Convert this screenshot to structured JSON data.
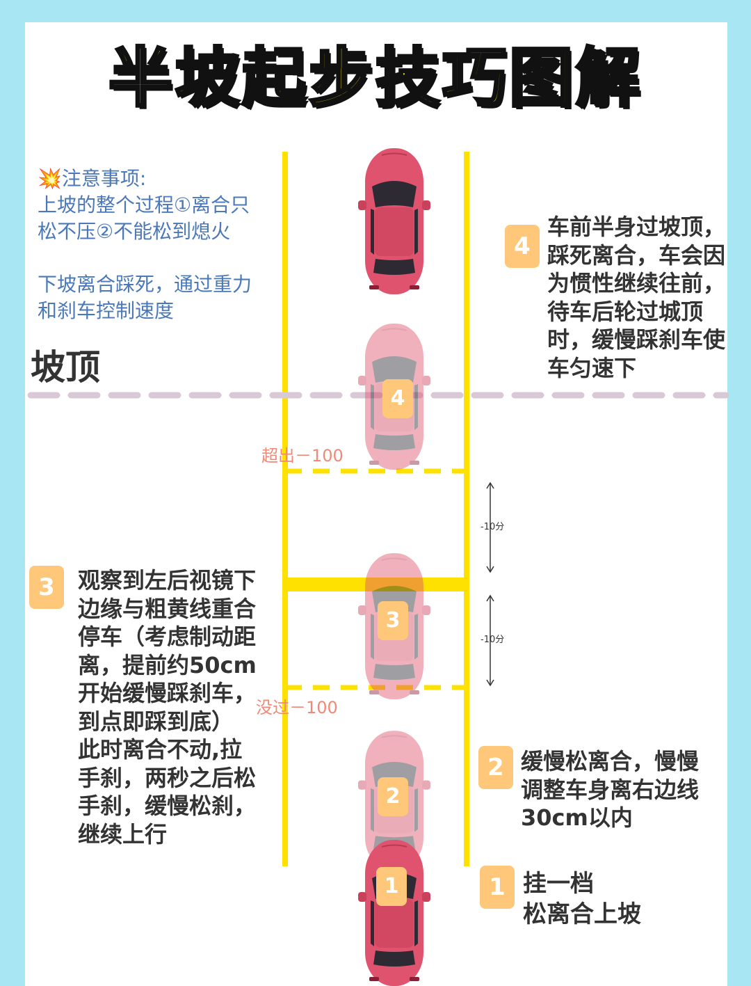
{
  "title": "半坡起步技巧图解",
  "notes": {
    "header": "💥注意事项:",
    "line1": "上坡的整个过程①离合只",
    "line2": "松不压②不能松到熄火",
    "line3": "下坡离合踩死，通过重力",
    "line4": "和刹车控制速度"
  },
  "slope_top_label": "坡顶",
  "steps": [
    {
      "num": "1",
      "lines": [
        "挂一档",
        "松离合上坡"
      ]
    },
    {
      "num": "2",
      "lines": [
        "缓慢松离合，慢慢",
        "调整车身离右边线",
        "30cm以内"
      ]
    },
    {
      "num": "3",
      "lines": [
        "观察到左后视镜下",
        "边缘与粗黄线重合",
        "停车（考虑制动距",
        "离，提前约50cm",
        "开始缓慢踩刹车，",
        "到点即踩到底）",
        "此时离合不动,拉",
        "手刹，两秒之后松",
        "手刹，缓慢松刹，",
        "继续上行"
      ]
    },
    {
      "num": "4",
      "lines": [
        "车前半身过坡顶，",
        "踩死离合，车会因",
        "为惯性继续往前，",
        "待车后轮过城顶",
        "时，缓慢踩刹车使",
        "车匀速下"
      ]
    }
  ],
  "markers": {
    "over": "超出－100",
    "not_over": "没过－100",
    "deduct_upper": "-10分",
    "deduct_lower": "-10分"
  },
  "car_labels": {
    "c1": "1",
    "c2": "2",
    "c3": "3",
    "c4": "4"
  },
  "colors": {
    "background": "#a8e6f3",
    "title": "#ffe600",
    "lane": "#ffe100",
    "car": "#e0536e",
    "badge": "#ffc77a",
    "note": "#4a78b8",
    "marker": "#f08a78"
  },
  "icons": [
    "collision-icon",
    "car-icon",
    "double-arrow-icon"
  ]
}
